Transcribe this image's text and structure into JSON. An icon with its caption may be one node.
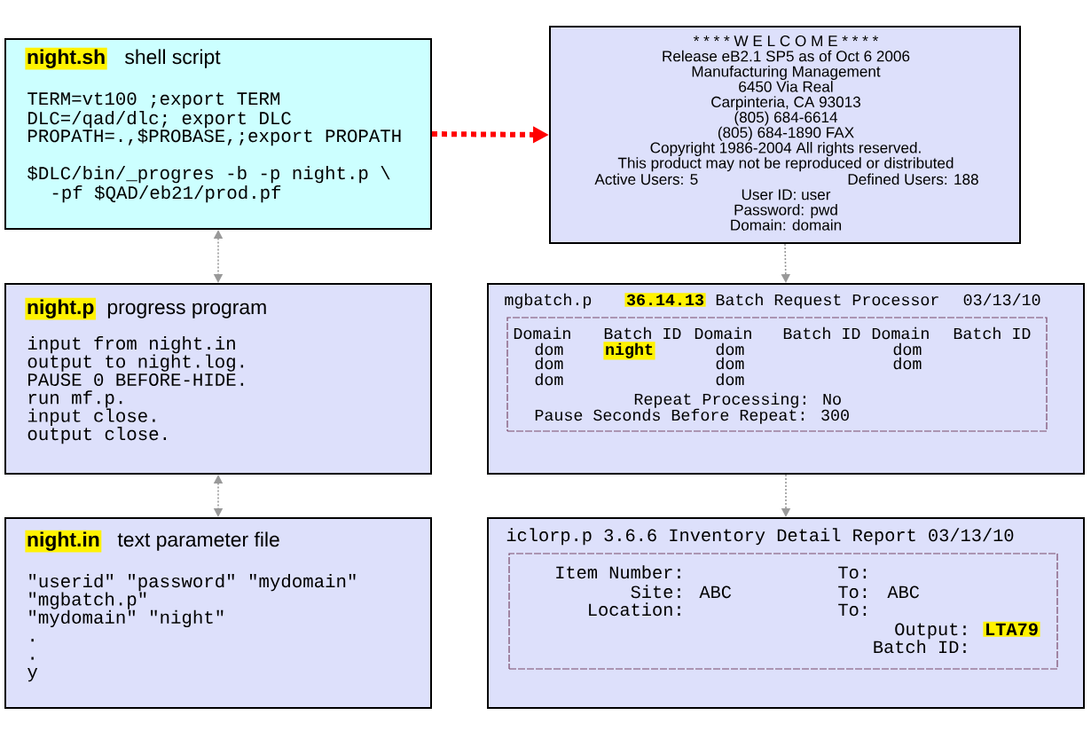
{
  "diagram": {
    "nodes": [
      {
        "text": [
          "night.sh",
          "shell script",
          "TERM=vt100 ;export TERM",
          "DLC=/qad/dlc; export DLC",
          "PROPATH=.,$PROBASE,;export PROPATH",
          "$DLC/bin/_progres -b -p night.p \\",
          "-pf $QAD/eb21/prod.pf"
        ]
      },
      {
        "text": [
          "* * * * W E L C O M E * * * *",
          "Release eB2.1 SP5 as of Oct 6 2006",
          "Manufacturing Management",
          "6450 Via Real",
          "Carpinteria, CA 93013",
          "(805) 684-6614",
          "(805) 684-1890 FAX",
          "Copyright 1986-2004 All rights reserved.",
          "This product may not be reproduced or distributed",
          "Active Users: 5",
          "Defined Users: 188",
          "User ID: user",
          "Password: pwd",
          "Domain: domain"
        ]
      },
      {
        "text": [
          "night.p",
          "progress program",
          "input from night.in",
          "output to night.log.",
          "PAUSE 0 BEFORE-HIDE.",
          "run mf.p.",
          "input close.",
          "output close."
        ]
      },
      {
        "text": [
          "mgbatch.p",
          "36.14.13",
          "Batch Request Processor",
          "03/13/10"
        ]
      },
      {
        "text": [
          "Domain",
          "Batch ID",
          "Domain",
          "Batch ID",
          "Domain",
          "Batch ID",
          "dom",
          "night",
          "dom",
          "dom",
          "dom",
          "dom",
          "dom",
          "dom",
          "dom",
          "Repeat Processing: No",
          "Pause Seconds Before Repeat: 300"
        ],
        "in": 3
      },
      {
        "text": [
          "night.in",
          "text parameter file",
          "\"userid\" \"password\" \"mydomain\"",
          "\"mgbatch.p\"",
          "\"mydomain\" \"night\"",
          ".",
          ".",
          "y"
        ]
      },
      {
        "text": [
          "iclorp.p 3.6.6 Inventory Detail Report 03/13/10"
        ]
      },
      {
        "text": [
          "Item Number:",
          "To:",
          "Site:",
          "ABC",
          "To:",
          "ABC",
          "Location:",
          "To:",
          "Output:",
          "LTA79",
          "Batch ID:"
        ],
        "in": 6
      }
    ],
    "edges": [
      {
        "from": 0,
        "to": 2,
        "arrow": "both"
      },
      {
        "from": 0,
        "to": 1,
        "arrow": "to",
        "style": "dashed",
        "color": "#ff0000"
      },
      {
        "from": 2,
        "to": 5,
        "arrow": "both"
      },
      {
        "from": 1,
        "to": 3,
        "arrow": "to"
      },
      {
        "from": 3,
        "to": 6,
        "arrow": "to"
      }
    ]
  }
}
